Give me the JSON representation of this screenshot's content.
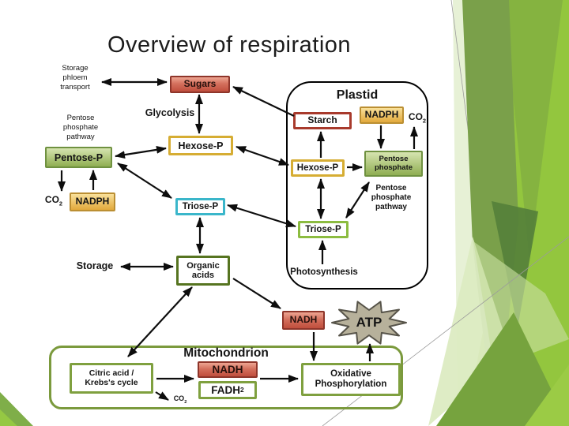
{
  "title": "Overview of respiration",
  "colors": {
    "accent_green": "#8dc63f",
    "olive_green": "#7aa04a",
    "box_red": "#c04e3d",
    "box_gold": "#e2a93c",
    "box_green": "#8fae52",
    "triose_cyan": "#3ab6ca",
    "mito_border": "#7b9a3d",
    "atp_star_fill": "#b7b19b"
  },
  "main": {
    "storage_phloem": [
      "Storage",
      "phloem",
      "transport"
    ],
    "sugars": "Sugars",
    "glycolysis": "Glycolysis",
    "pentose_pathway": [
      "Pentose",
      "phosphate",
      "pathway"
    ],
    "pentose_p": "Pentose-P",
    "co2": {
      "text": "CO",
      "sub": "2"
    },
    "nadph": "NADPH",
    "hexose_p": "Hexose-P",
    "triose_p": "Triose-P",
    "storage": "Storage",
    "organic_acids": [
      "Organic",
      "acids"
    ],
    "nadh": "NADH",
    "atp": "ATP"
  },
  "plastid": {
    "title": "Plastid",
    "starch": "Starch",
    "nadph": "NADPH",
    "co2": {
      "text": "CO",
      "sub": "2"
    },
    "hexose_p": "Hexose-P",
    "pentose_phosphate": [
      "Pentose",
      "phosphate"
    ],
    "pentose_pathway": [
      "Pentose",
      "phosphate",
      "pathway"
    ],
    "triose_p": "Triose-P",
    "photosynthesis": "Photosynthesis"
  },
  "mitochondrion": {
    "title": "Mitochondrion",
    "citric_acid": [
      "Citric acid /",
      "Krebs's cycle"
    ],
    "nadh": "NADH",
    "fadh2": {
      "text": "FADH",
      "sub": "2"
    },
    "oxidative_phosphorylation": [
      "Oxidative",
      "Phosphorylation"
    ],
    "co2": {
      "text": "CO",
      "sub": "2"
    }
  }
}
